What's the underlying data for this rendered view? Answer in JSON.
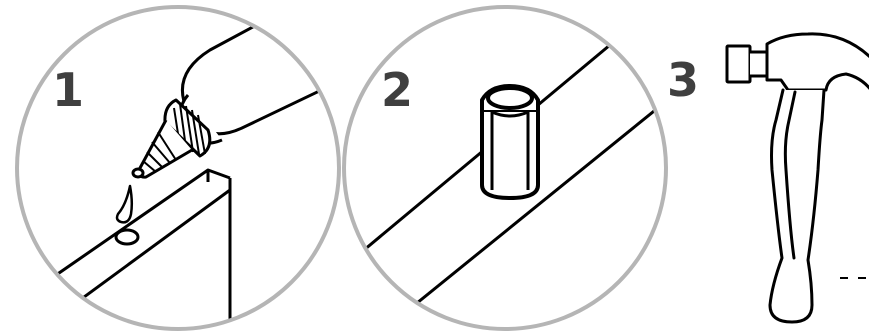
{
  "steps": [
    {
      "number": "1"
    },
    {
      "number": "2"
    },
    {
      "number": "3"
    }
  ],
  "colors": {
    "line": "#000000",
    "circle_outline": "#b5b5b5",
    "number": "#3f3f3f",
    "background": "#ffffff"
  },
  "icons": [
    "glue-tube-icon",
    "glue-drop-icon",
    "dowel-hole-icon",
    "wooden-dowel-icon",
    "hammer-icon"
  ]
}
